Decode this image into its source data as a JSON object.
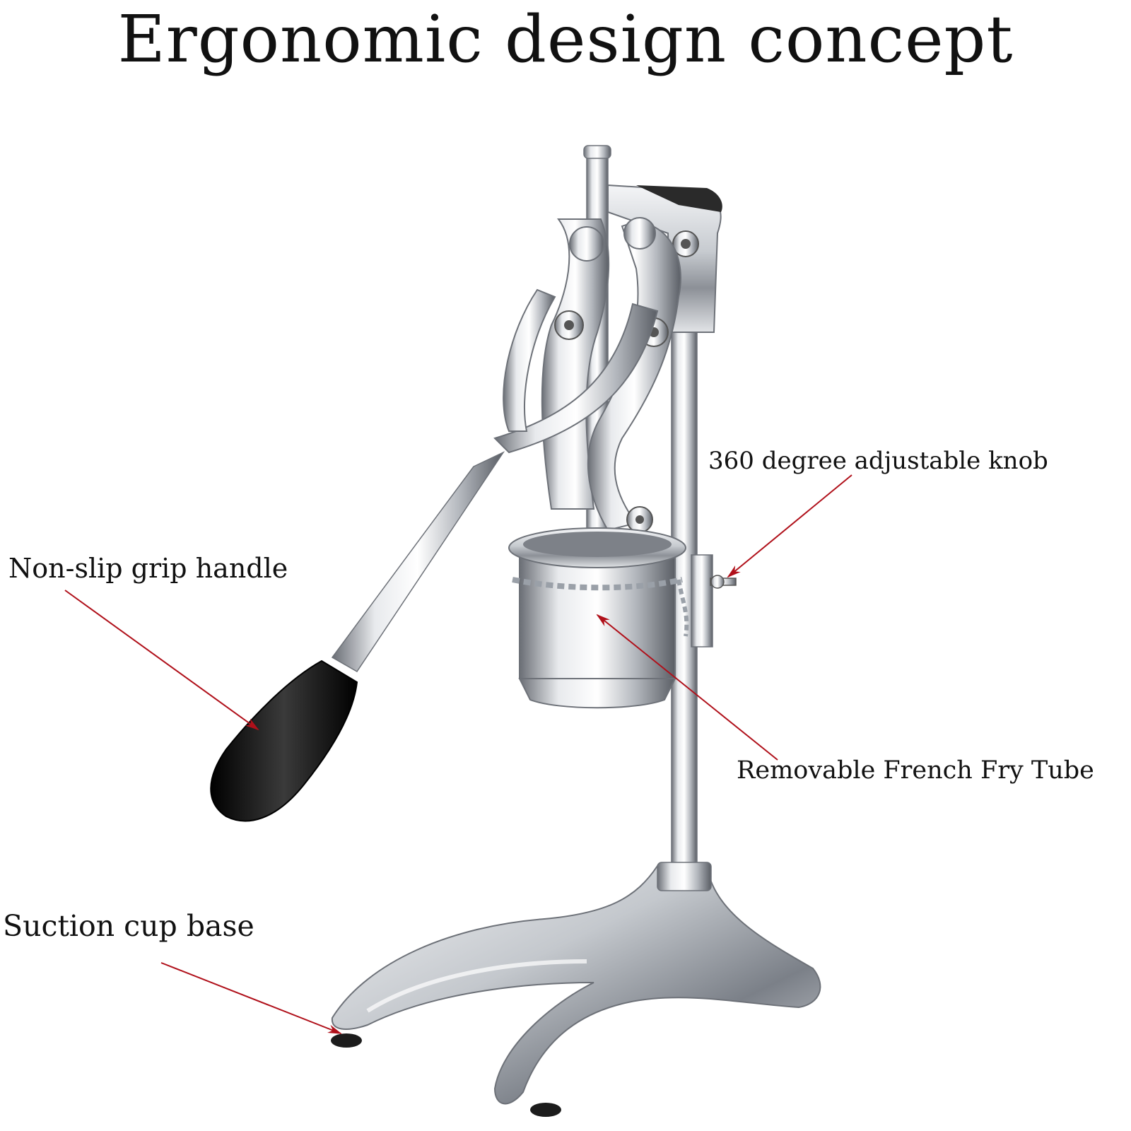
{
  "title": "Ergonomic design concept",
  "callouts": {
    "grip_handle": "Non-slip grip handle",
    "knob": "360 degree adjustable knob",
    "tube": "Removable French Fry Tube",
    "base": "Suction cup base"
  },
  "colors": {
    "arrow": "#b0101a",
    "metal_light": "#e9ebee",
    "metal_mid": "#b5b9bf",
    "metal_dark": "#5c6068",
    "grip": "#111111"
  }
}
